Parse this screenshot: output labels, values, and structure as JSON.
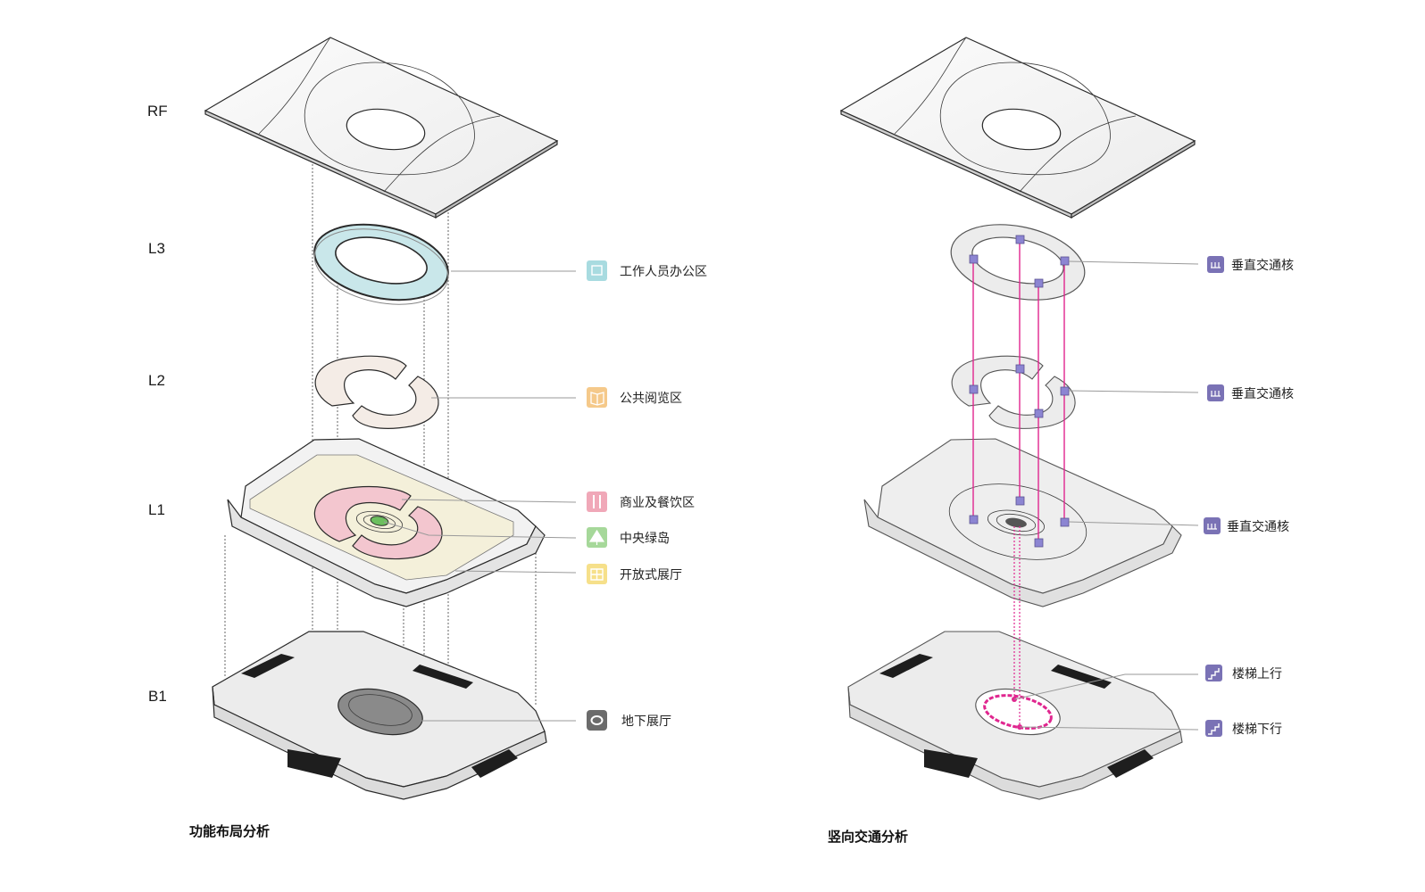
{
  "floors": [
    "RF",
    "L3",
    "L2",
    "L1",
    "B1"
  ],
  "left_diagram": {
    "caption": "功能布局分析",
    "legend": [
      {
        "icon": "office-icon",
        "label": "工作人员办公区",
        "color": "#a8dbe0"
      },
      {
        "icon": "book-icon",
        "label": "公共阅览区",
        "color": "#f5c98a"
      },
      {
        "icon": "dining-icon",
        "label": "商业及餐饮区",
        "color": "#f0a8b8"
      },
      {
        "icon": "tree-icon",
        "label": "中央绿岛",
        "color": "#a6d89a"
      },
      {
        "icon": "hall-icon",
        "label": "开放式展厅",
        "color": "#f6e08a"
      },
      {
        "icon": "basement-icon",
        "label": "地下展厅",
        "color": "#6b6b6b"
      }
    ]
  },
  "right_diagram": {
    "caption": "竖向交通分析",
    "legend": [
      {
        "icon": "elevator-core-icon",
        "label": "垂直交通核",
        "color": "#7a72b5"
      },
      {
        "icon": "elevator-core-icon",
        "label": "垂直交通核",
        "color": "#7a72b5"
      },
      {
        "icon": "elevator-core-icon",
        "label": "垂直交通核",
        "color": "#7a72b5"
      },
      {
        "icon": "stair-up-icon",
        "label": "楼梯上行",
        "color": "#7a72b5"
      },
      {
        "icon": "stair-down-icon",
        "label": "楼梯下行",
        "color": "#7a72b5"
      }
    ]
  },
  "colors": {
    "core_line": "#e0268f",
    "office_zone": "#cde9ec",
    "reading_zone": "#f4ece4",
    "dining_zone": "#f3c6cf",
    "hall_zone": "#f4f0d8",
    "green_island": "#6cbf5e",
    "basement_hall": "#8a8a8a"
  }
}
